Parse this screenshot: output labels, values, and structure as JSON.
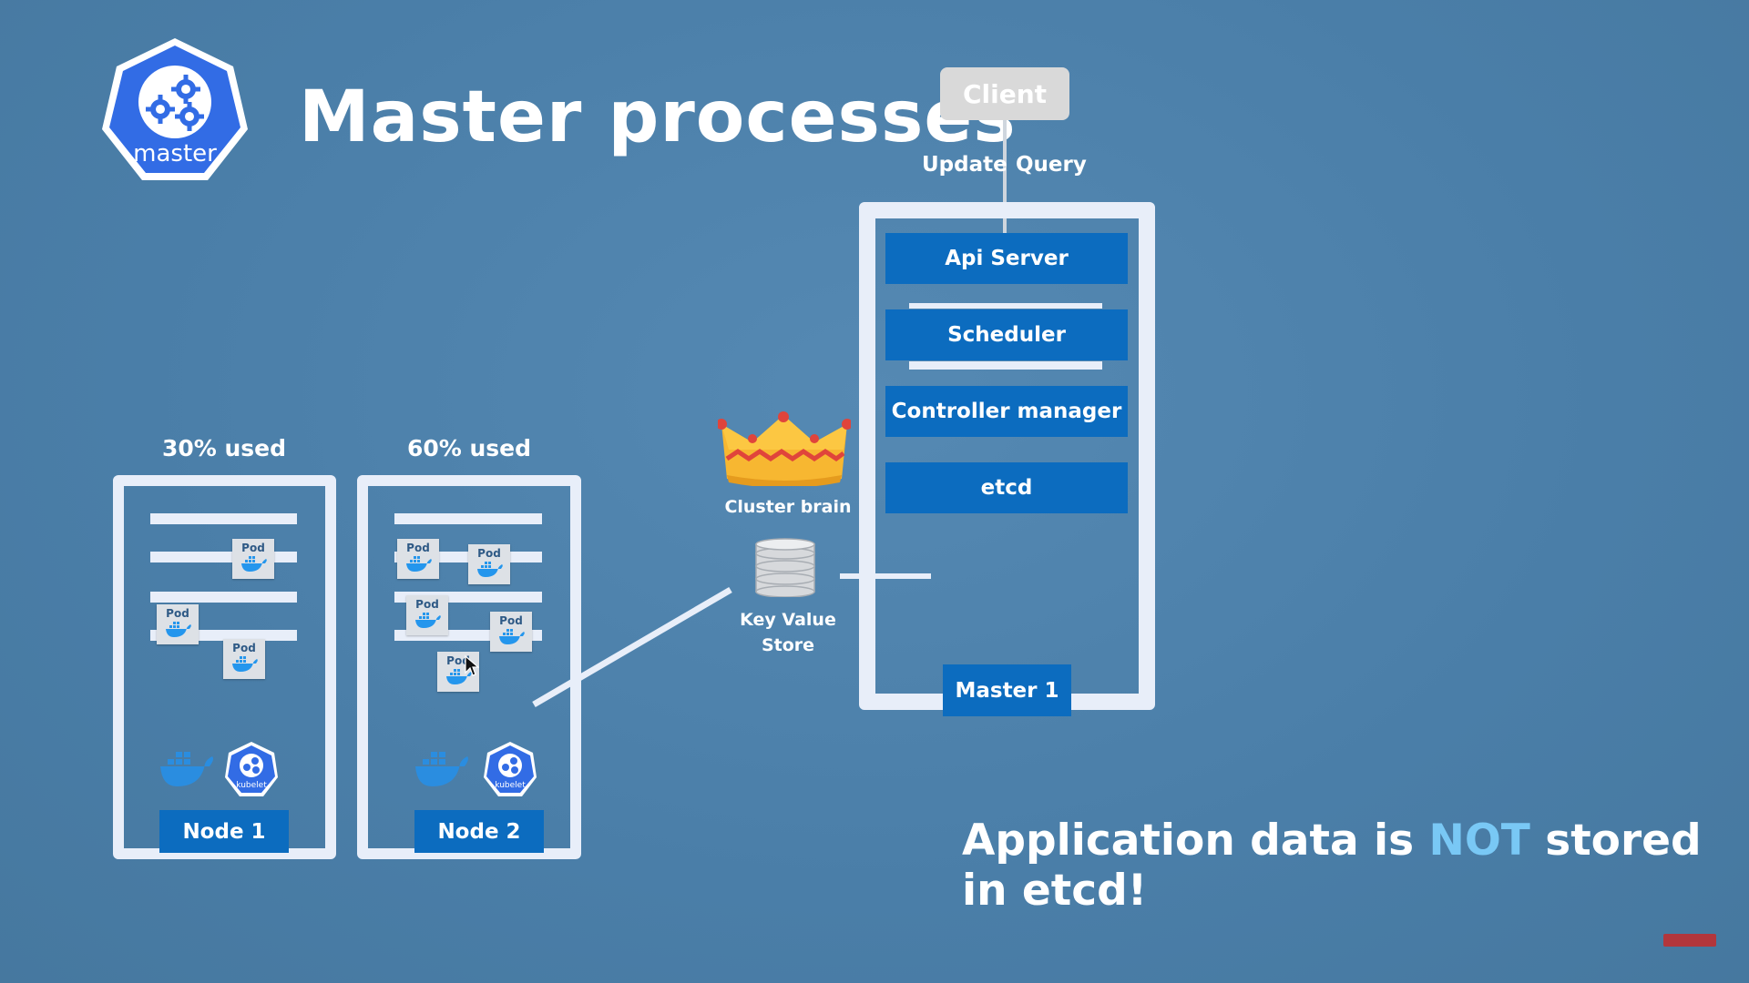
{
  "title": "Master processes",
  "logo_label": "master",
  "client": {
    "label": "Client",
    "update_label": "Update",
    "query_label": "Query"
  },
  "master": {
    "processes": [
      "Api Server",
      "Scheduler",
      "Controller manager",
      "etcd"
    ],
    "name": "Master 1"
  },
  "cluster_brain_label": "Cluster brain",
  "key_value_label_1": "Key Value",
  "key_value_label_2": "Store",
  "nodes": [
    {
      "name": "Node 1",
      "usage": "30% used",
      "usage_fraction": 0.3,
      "kubelet_label": "kubelet"
    },
    {
      "name": "Node 2",
      "usage": "60% used",
      "usage_fraction": 0.6,
      "kubelet_label": "kubelet"
    }
  ],
  "pod_label": "Pod",
  "footer": {
    "prefix": "Application data is ",
    "highlight": "NOT",
    "suffix": " stored in etcd!"
  },
  "colors": {
    "background": "#4c80aa",
    "box_blue": "#0c6cbf",
    "frame": "#e8eef9",
    "highlight": "#79c8f5",
    "logo_blue": "#326ce5"
  }
}
